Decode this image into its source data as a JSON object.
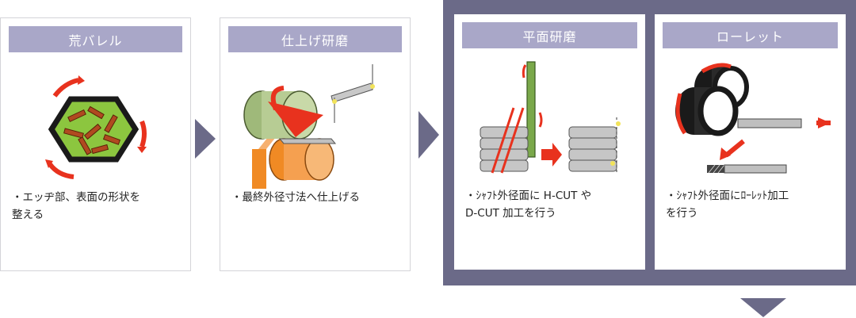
{
  "steps": [
    {
      "title": "荒バレル",
      "desc": "・エッヂ部、表面の形状を\n整える",
      "icon": "hexagon-barrel-icon"
    },
    {
      "title": "仕上げ研磨",
      "desc": "・最終外径寸法へ仕上げる",
      "icon": "roller-grinding-icon"
    },
    {
      "title": "平面研磨",
      "desc": "・ｼｬﾌﾄ外径面に H-CUT や\nD-CUT 加工を行う",
      "icon": "flat-grinding-icon"
    },
    {
      "title": "ローレット",
      "desc": "・ｼｬﾌﾄ外径面にﾛｰﾚｯﾄ加工\nを行う",
      "icon": "knurling-icon"
    }
  ],
  "colors": {
    "header_bg": "#a9a7c8",
    "band": "#6b6a88",
    "arrow": "#6b6a88",
    "accent_red": "#e8321e",
    "green": "#8cc63f"
  }
}
